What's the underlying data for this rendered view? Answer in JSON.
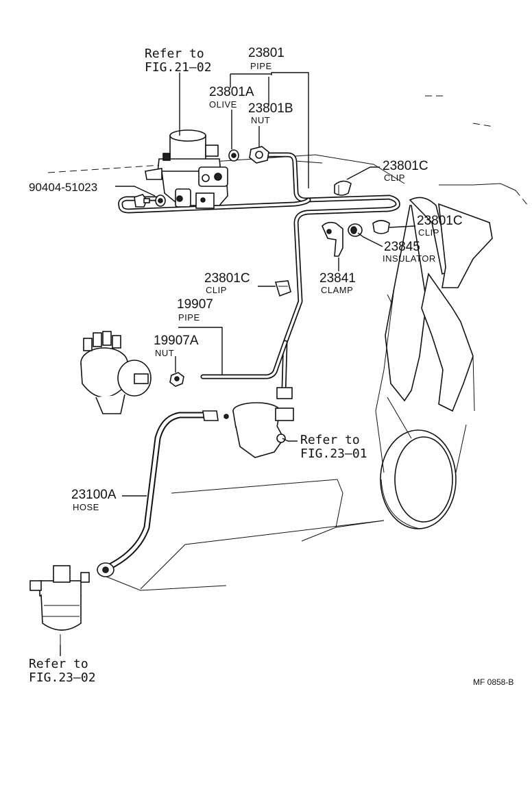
{
  "diagram": {
    "figure_code": "MF 0858-B",
    "labels": {
      "ref_fig21_02": {
        "line1": "Refer to",
        "line2": "FIG.21—02"
      },
      "p23801": {
        "number": "23801",
        "name": "PIPE"
      },
      "p23801A": {
        "number": "23801A",
        "name": "OLIVE"
      },
      "p23801B": {
        "number": "23801B",
        "name": "NUT"
      },
      "p23801C_top": {
        "number": "23801C",
        "name": "CLIP"
      },
      "p90404": {
        "number": "90404-51023"
      },
      "p23801C_right": {
        "number": "23801C",
        "name": "CLIP"
      },
      "p23845": {
        "number": "23845",
        "name": "INSULATOR"
      },
      "p23841": {
        "number": "23841",
        "name": "CLAMP"
      },
      "p23801C_mid": {
        "number": "23801C",
        "name": "CLIP"
      },
      "p19907": {
        "number": "19907",
        "name": "PIPE"
      },
      "p19907A": {
        "number": "19907A",
        "name": "NUT"
      },
      "ref_fig23_01": {
        "line1": "Refer to",
        "line2": "FIG.23—01"
      },
      "p23100A": {
        "number": "23100A",
        "name": "HOSE"
      },
      "ref_fig23_02": {
        "line1": "Refer to",
        "line2": "FIG.23—02"
      }
    }
  }
}
